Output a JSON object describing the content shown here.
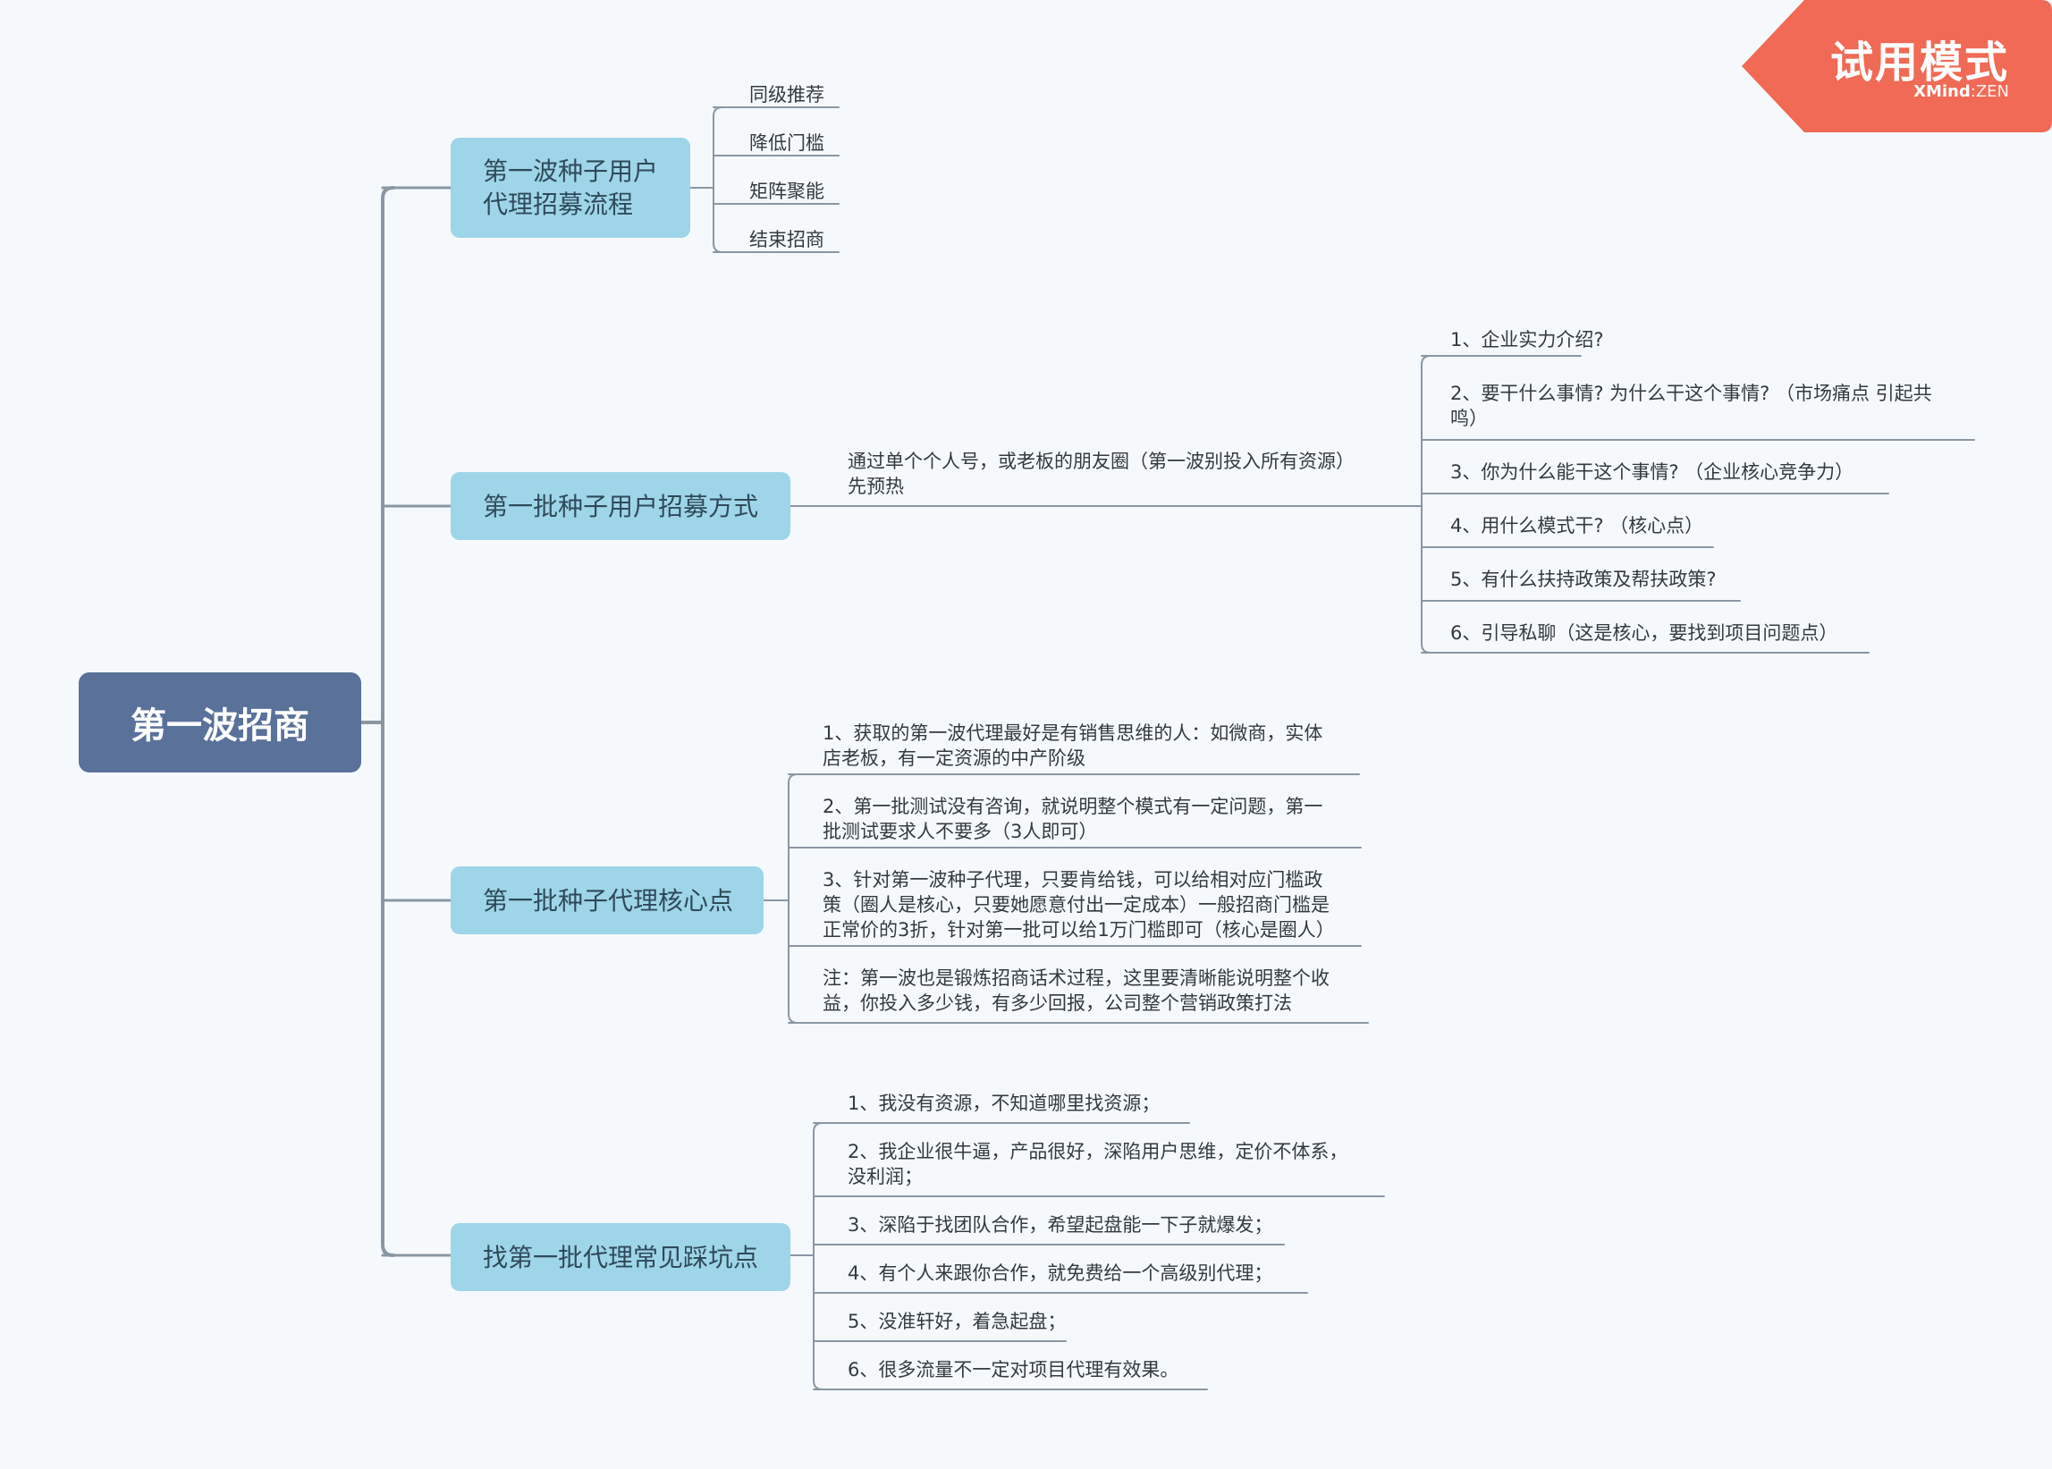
{
  "colors": {
    "root_fill": "#5a7199",
    "branch_fill": "#9fd5e8",
    "line": "#8a97a3",
    "watermark": "#f06a55",
    "background": "#f5f9fc"
  },
  "root": {
    "label": "第一波招商"
  },
  "branches": [
    {
      "label_lines": [
        "第一波种子用户",
        "代理招募流程"
      ],
      "children": [
        "同级推荐",
        "降低门槛",
        "矩阵聚能",
        "结束招商"
      ]
    },
    {
      "label_lines": [
        "第一批种子用户招募方式"
      ],
      "sub": {
        "label_lines": [
          "通过单个个人号，或老板的朋友圈（第一波别投入所有资源）",
          "先预热"
        ],
        "children": [
          [
            "1、企业实力介绍?"
          ],
          [
            "2、要干什么事情? 为什么干这个事情? （市场痛点 引起共",
            "鸣）"
          ],
          [
            "3、你为什么能干这个事情? （企业核心竞争力）"
          ],
          [
            "4、用什么模式干? （核心点）"
          ],
          [
            "5、有什么扶持政策及帮扶政策?"
          ],
          [
            "6、引导私聊（这是核心，要找到项目问题点）"
          ]
        ]
      }
    },
    {
      "label_lines": [
        "第一批种子代理核心点"
      ],
      "children": [
        [
          "1、获取的第一波代理最好是有销售思维的人：如微商，实体",
          "店老板，有一定资源的中产阶级"
        ],
        [
          "2、第一批测试没有咨询，就说明整个模式有一定问题，第一",
          "批测试要求人不要多（3人即可）"
        ],
        [
          "3、针对第一波种子代理，只要肯给钱，可以给相对应门槛政",
          "策（圈人是核心，只要她愿意付出一定成本）一般招商门槛是",
          "正常价的3折，针对第一批可以给1万门槛即可（核心是圈人）"
        ],
        [
          "注：第一波也是锻炼招商话术过程，这里要清晰能说明整个收",
          "益，你投入多少钱，有多少回报，公司整个营销政策打法"
        ]
      ]
    },
    {
      "label_lines": [
        "找第一批代理常见踩坑点"
      ],
      "children": [
        [
          "1、我没有资源，不知道哪里找资源；"
        ],
        [
          "2、我企业很牛逼，产品很好，深陷用户思维，定价不体系，",
          "没利润；"
        ],
        [
          "3、深陷于找团队合作，希望起盘能一下子就爆发；"
        ],
        [
          "4、有个人来跟你合作，就免费给一个高级别代理；"
        ],
        [
          "5、没准轩好，着急起盘；"
        ],
        [
          "6、很多流量不一定对项目代理有效果。"
        ]
      ]
    }
  ],
  "watermark": {
    "title": "试用模式",
    "brand": "XMind",
    "edition": "ZEN"
  }
}
